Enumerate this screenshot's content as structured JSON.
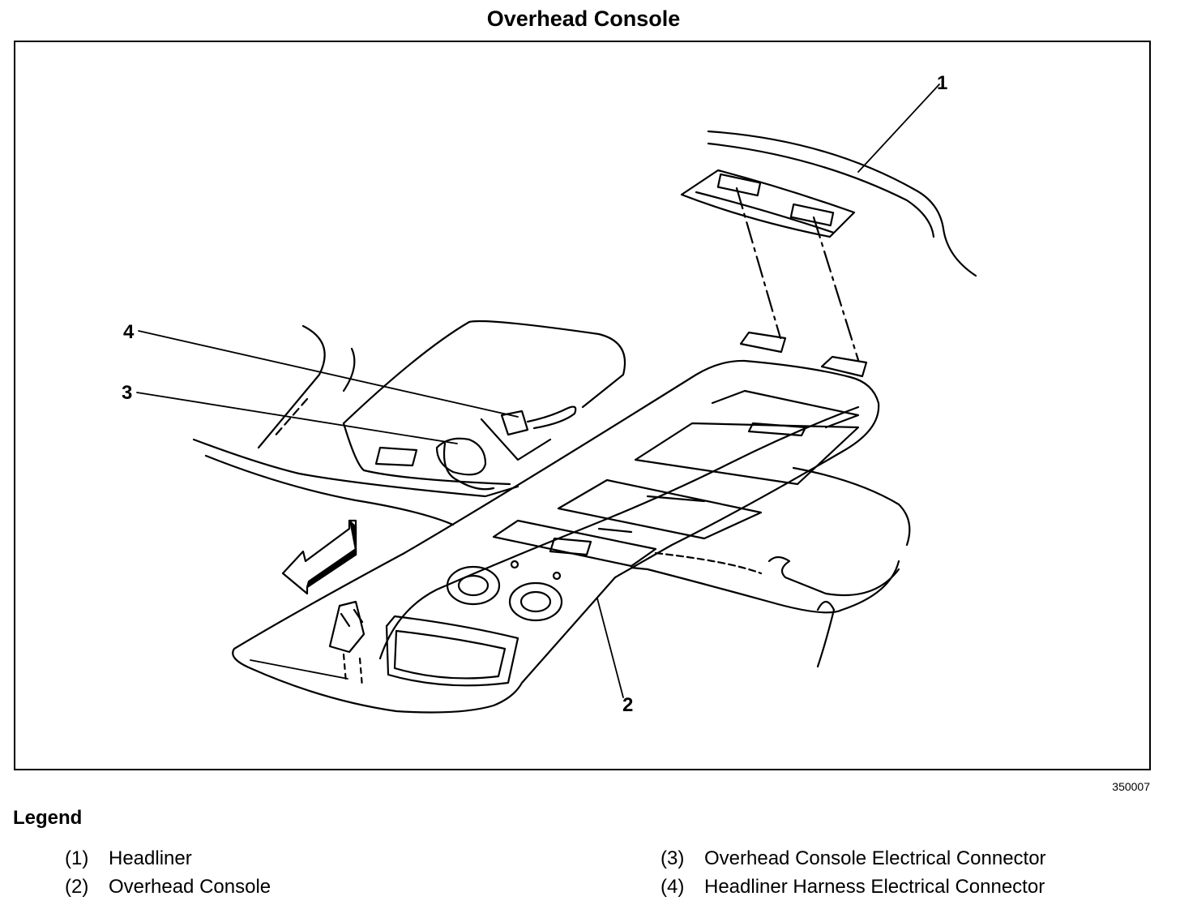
{
  "title": "Overhead Console",
  "figure_id": "350007",
  "legend": {
    "heading": "Legend",
    "items": [
      {
        "num": "(1)",
        "label": "Headliner"
      },
      {
        "num": "(2)",
        "label": "Overhead Console"
      },
      {
        "num": "(3)",
        "label": "Overhead Console Electrical Connector"
      },
      {
        "num": "(4)",
        "label": "Headliner Harness Electrical Connector"
      }
    ]
  },
  "callouts": [
    "1",
    "2",
    "3",
    "4"
  ]
}
